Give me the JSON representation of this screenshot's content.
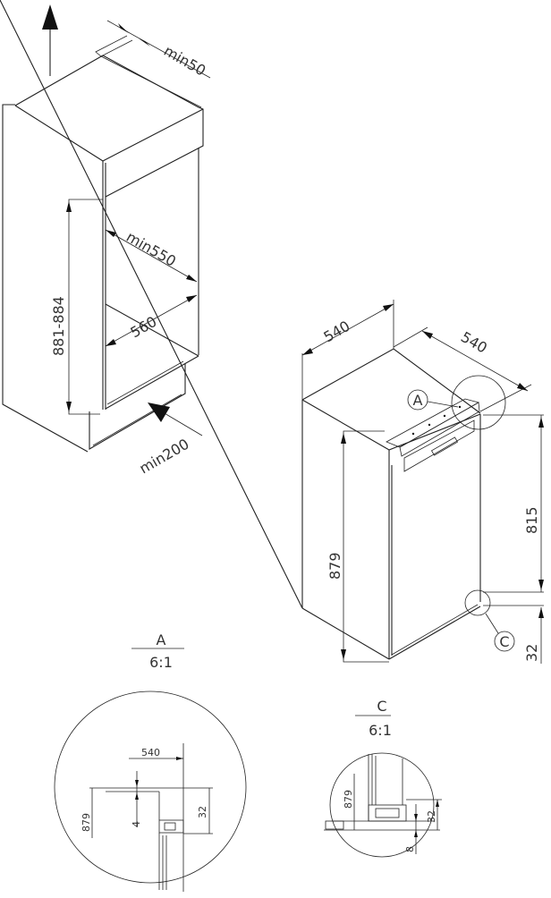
{
  "cabinet": {
    "top_clearance": "min50",
    "opening_height": "881-884",
    "depth": "min550",
    "width": "560",
    "vent_opening": "min200",
    "airflow_icon": "arrow-up-icon"
  },
  "appliance": {
    "width": "540",
    "depth": "540",
    "height": "879",
    "upper_height": "815",
    "base_height": "32",
    "detail_a_marker": "A",
    "detail_c_marker": "C"
  },
  "detail_a": {
    "label": "A",
    "scale": "6:1",
    "dim_width": "540",
    "dim_gap": "4",
    "dim_height": "879",
    "dim_offset": "32"
  },
  "detail_c": {
    "label": "C",
    "scale": "6:1",
    "dim_height": "879",
    "dim_offset": "32",
    "dim_gap": "8"
  }
}
